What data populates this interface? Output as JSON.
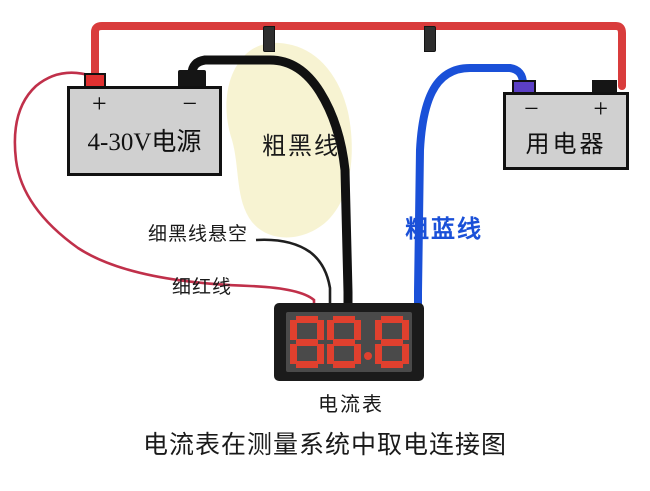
{
  "diagram": {
    "caption": "电流表在测量系统中取电连接图",
    "background_color": "#ffffff",
    "blob_color": "#f7f2d0"
  },
  "power_supply": {
    "name": "power-supply",
    "label": "4-30V电源",
    "plus_terminal": "+",
    "minus_terminal": "−",
    "body_color": "#d0d0d0",
    "plus_connector_color": "#e03030",
    "minus_connector_color": "#151515"
  },
  "load": {
    "name": "load-device",
    "label": "用电器",
    "minus_terminal": "−",
    "plus_terminal": "+",
    "body_color": "#d0d0d0",
    "minus_connector_color": "#5b3fc4",
    "plus_connector_color": "#151515"
  },
  "ammeter": {
    "label": "电流表",
    "display_value": "88.8",
    "digits": [
      "8",
      "8",
      "8"
    ],
    "decimal_point": true,
    "segment_color": "#e0402e",
    "screen_color": "#4a4a4a",
    "bezel_color": "#1b1b1b"
  },
  "wires": [
    {
      "id": "thick-red",
      "label": "",
      "color": "#e03030",
      "width": 7,
      "description": "粗红线 电源+ 到 用电器+"
    },
    {
      "id": "thick-black",
      "label": "粗黑线",
      "color": "#111111",
      "width": 7,
      "description": "电源− 到 电流表"
    },
    {
      "id": "thick-blue",
      "label": "粗蓝线",
      "color": "#1a50d8",
      "width": 7,
      "description": "用电器− 到 电流表"
    },
    {
      "id": "thin-black",
      "label": "细黑线悬空",
      "color": "#222222",
      "width": 2.2,
      "description": "细黑线悬空"
    },
    {
      "id": "thin-red",
      "label": "细红线",
      "color": "#c0304a",
      "width": 2.2,
      "description": "电源+ 到 电流表"
    }
  ]
}
